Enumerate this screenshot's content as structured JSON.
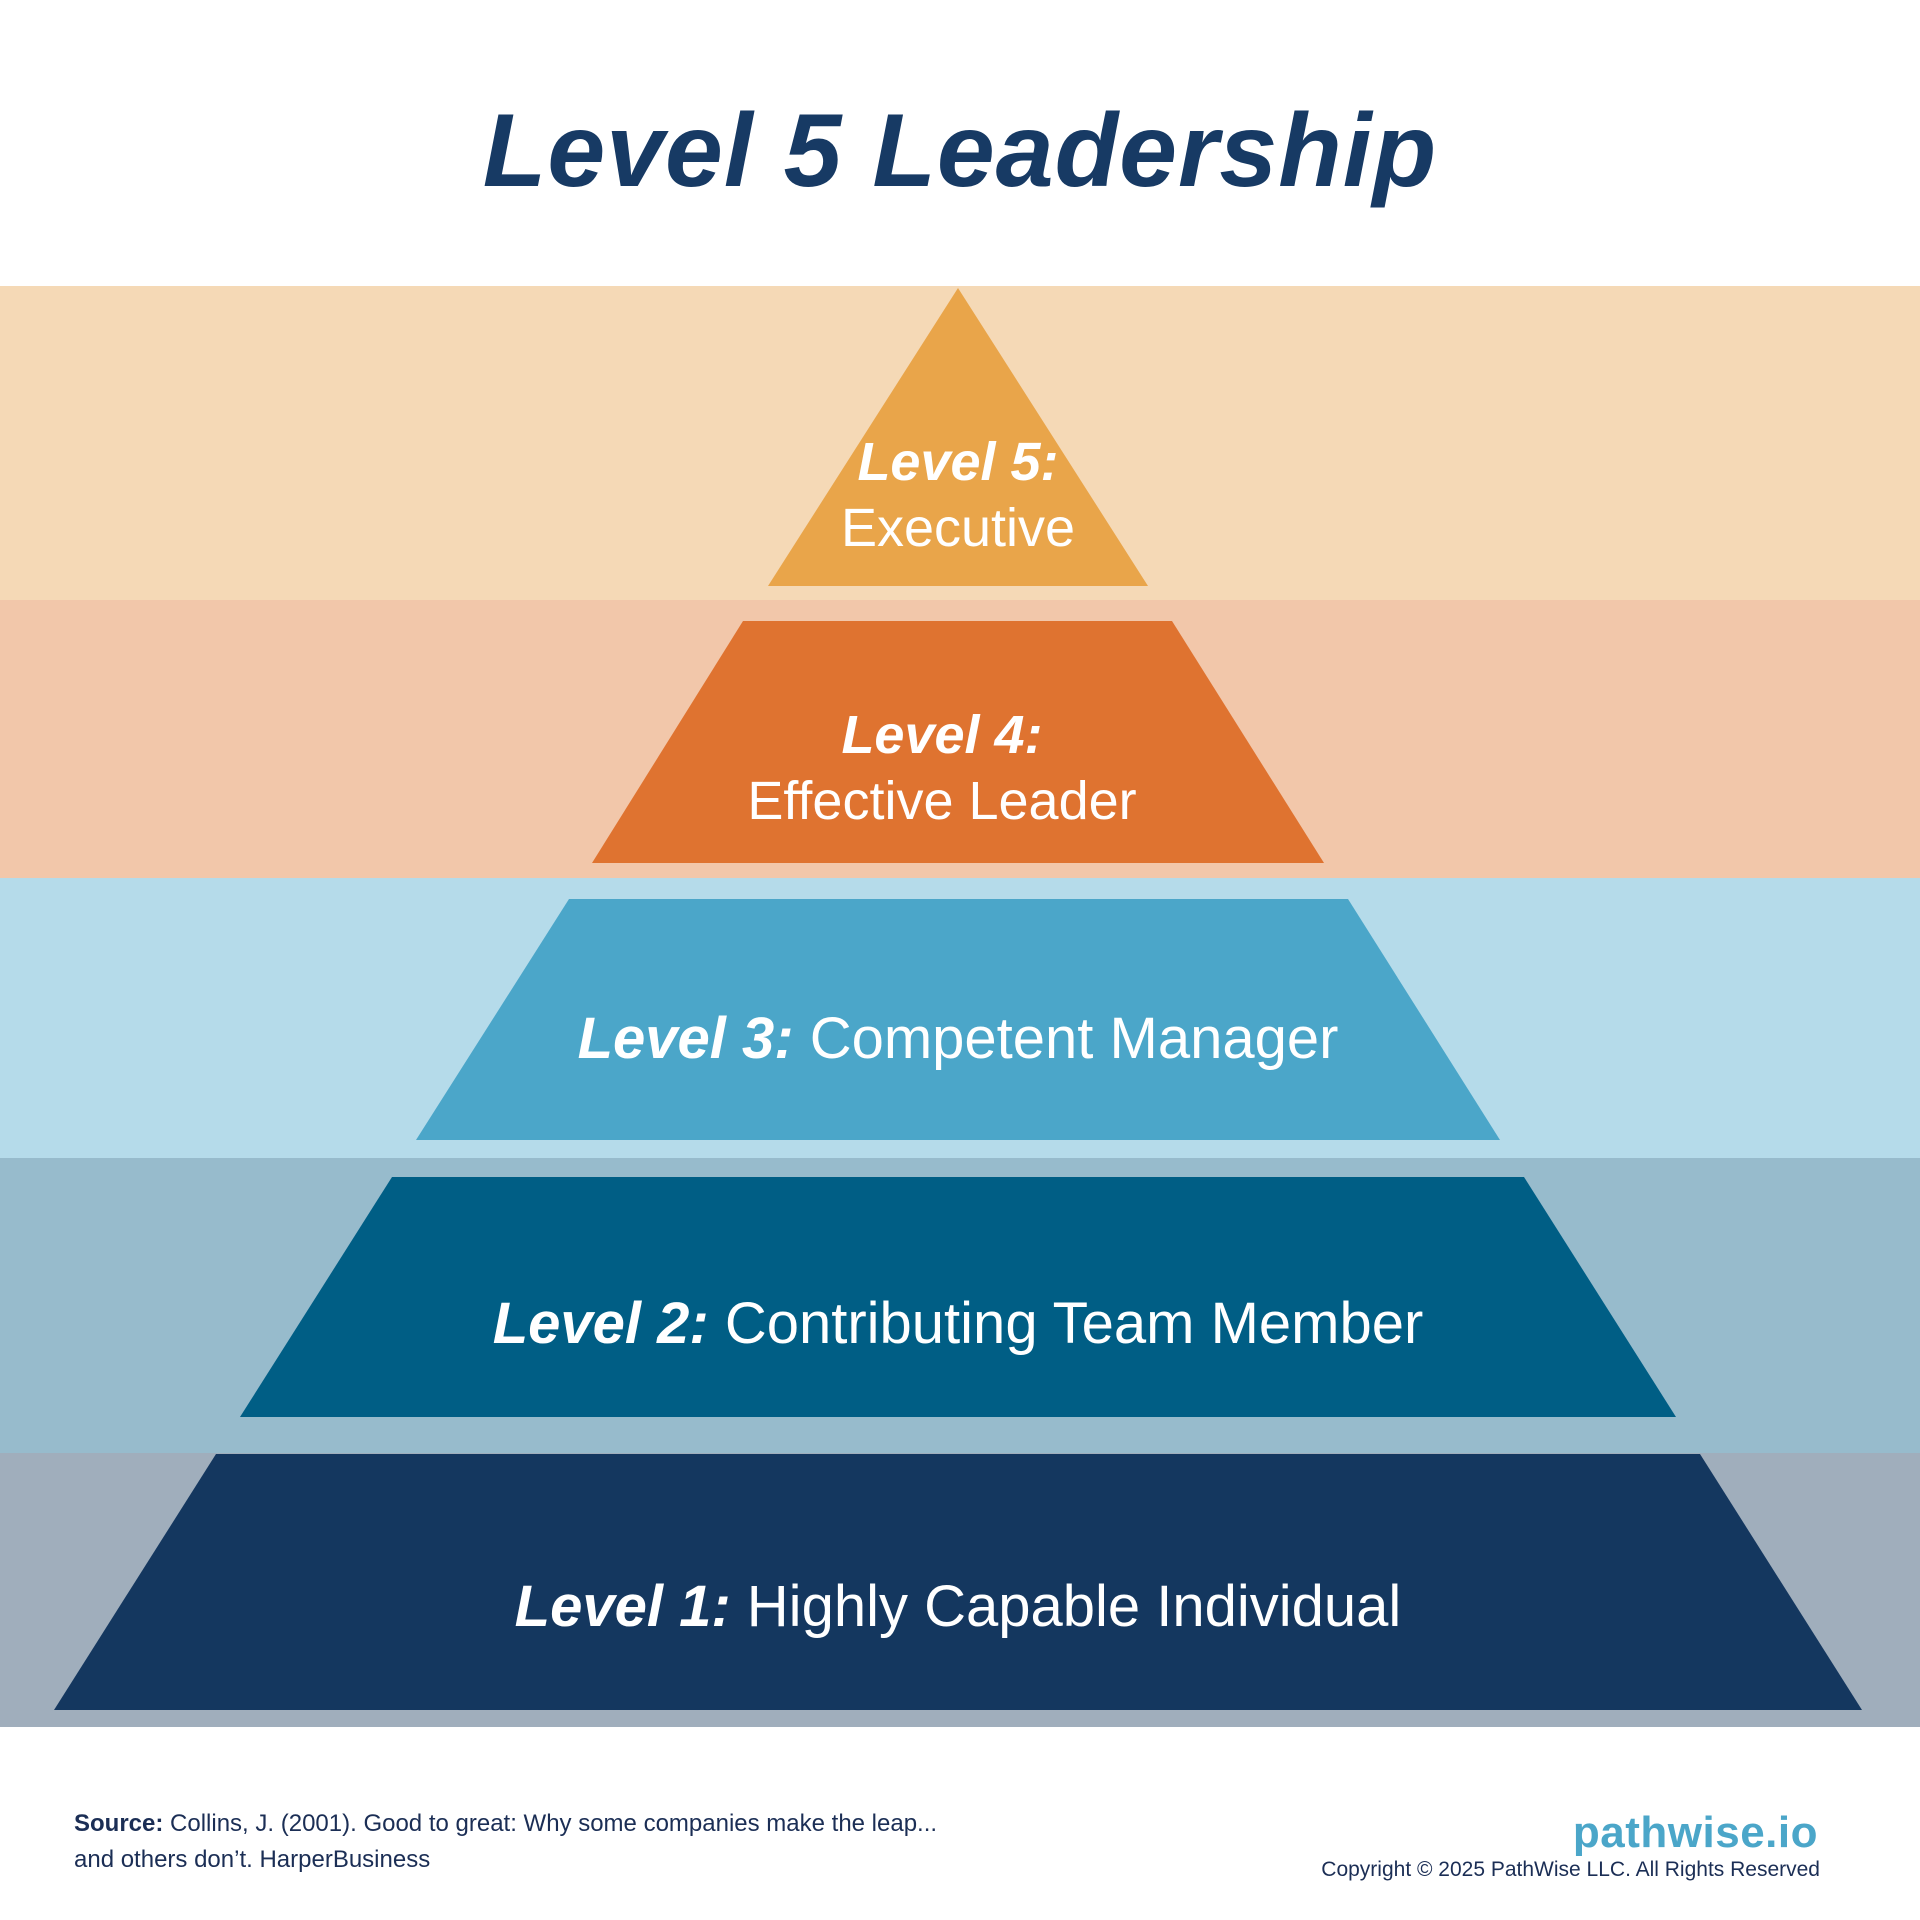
{
  "title": "Level 5 Leadership",
  "colors": {
    "title": "#173A64",
    "brand": "#4BA6C9",
    "footer_text": "#1B2E55"
  },
  "levels": [
    {
      "level": "Level 5:",
      "name": "Executive",
      "layout": "stacked",
      "shape_color": "#E9A54A",
      "band_color": "#F5D9B6"
    },
    {
      "level": "Level 4:",
      "name": "Effective Leader",
      "layout": "stacked",
      "shape_color": "#DF7330",
      "band_color": "#F2C7AA"
    },
    {
      "level": "Level 3:",
      "name": "Competent Manager",
      "layout": "inline",
      "shape_color": "#4BA6C9",
      "band_color": "#B5DBEA"
    },
    {
      "level": "Level 2:",
      "name": "Contributing Team Member",
      "layout": "inline",
      "shape_color": "#005E85",
      "band_color": "#97BBCC"
    },
    {
      "level": "Level 1:",
      "name": "Highly Capable Individual",
      "layout": "inline",
      "shape_color": "#14375F",
      "band_color": "#A0AEBC"
    }
  ],
  "footer": {
    "source_label": "Source:",
    "source_text": "Collins, J. (2001). Good to great: Why some companies make the leap... and others don’t. HarperBusiness",
    "brand": "pathwise.io",
    "copyright": "Copyright © 2025 PathWise LLC. All Rights Reserved"
  }
}
